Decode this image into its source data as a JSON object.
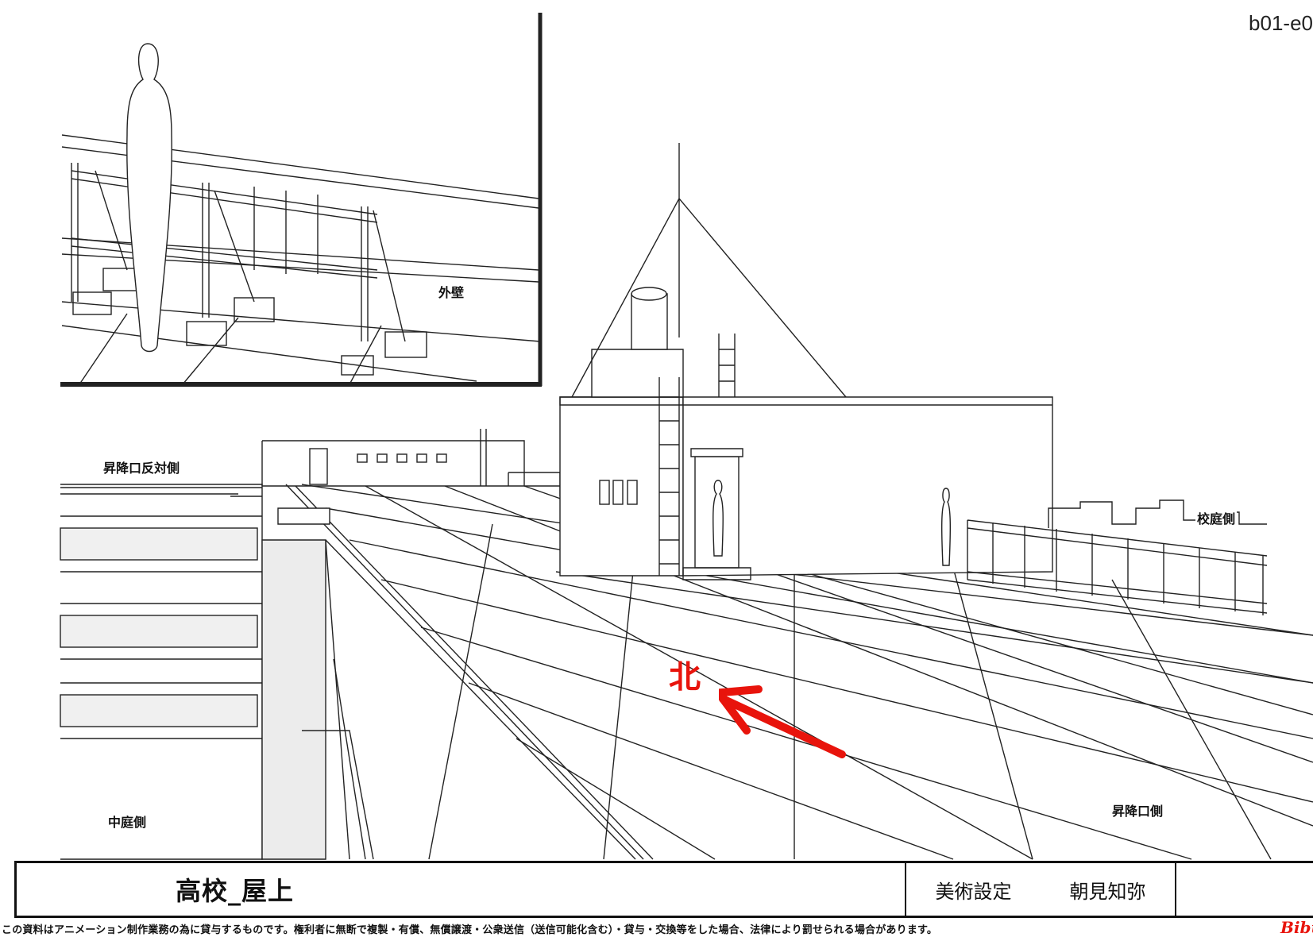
{
  "page_code": "b01-e0",
  "inset_label": "外壁",
  "area_labels": {
    "opposite_stairwell": "昇降口反対側",
    "schoolyard": "校庭側",
    "courtyard": "中庭側",
    "stairwell": "昇降口側"
  },
  "compass_label": "北",
  "title_block": {
    "title": "高校_屋上",
    "category": "美術設定",
    "artist": "朝見知弥"
  },
  "footer_notice": "この資料はアニメーション制作業務の為に貸与するものです。権利者に無断で複製・有償、無償譲渡・公衆送信（送信可能化含む）・貸与・交換等をした場合、法律により罰せられる場合があります。",
  "brand_logo": "Bibury",
  "colors": {
    "ink": "#111111",
    "annotation_red": "#e8140c",
    "paper": "#ffffff"
  }
}
